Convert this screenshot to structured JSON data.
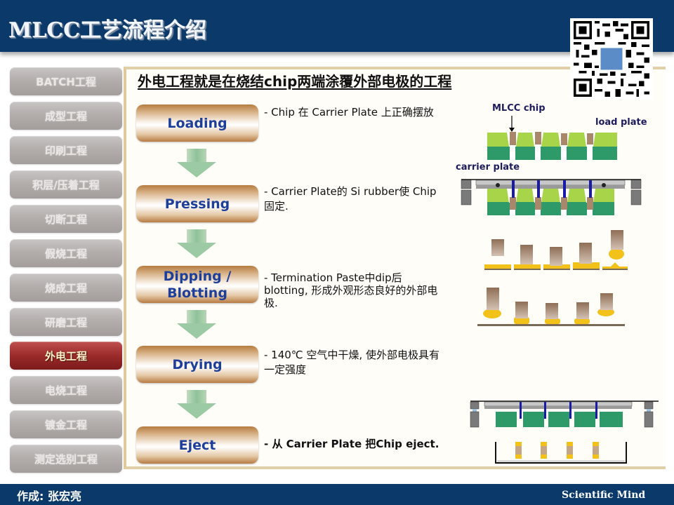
{
  "header": {
    "title": "MLCC工艺流程介绍"
  },
  "sidebar": {
    "items": [
      {
        "label": "BATCH工程",
        "active": false
      },
      {
        "label": "成型工程",
        "active": false
      },
      {
        "label": "印刷工程",
        "active": false
      },
      {
        "label": "积层/压着工程",
        "active": false
      },
      {
        "label": "切断工程",
        "active": false
      },
      {
        "label": "假烧工程",
        "active": false
      },
      {
        "label": "烧成工程",
        "active": false
      },
      {
        "label": "研磨工程",
        "active": false
      },
      {
        "label": "外电工程",
        "active": true
      },
      {
        "label": "电烧工程",
        "active": false
      },
      {
        "label": "镀金工程",
        "active": false
      },
      {
        "label": "测定选别工程",
        "active": false
      }
    ]
  },
  "main": {
    "heading": "外电工程就是在烧结chip两端涂覆外部电极的工程",
    "steps": [
      {
        "label": "Loading",
        "description": "- Chip 在 Carrier Plate 上正确摆放"
      },
      {
        "label": "Pressing",
        "description": "- Carrier Plate的 Si rubber使 Chip固定."
      },
      {
        "label": "Dipping / Blotting",
        "description": "- Termination Paste中dip后 blotting, 形成外观形态良好的外部电极."
      },
      {
        "label": "Drying",
        "description": "- 140℃ 空气中干燥, 使外部电极具有一定强度"
      },
      {
        "label": "Eject",
        "description": "- 从 Carrier Plate 把Chip eject."
      }
    ],
    "diagram_labels": {
      "mlcc_chip": "MLCC chip",
      "load_plate": "load plate",
      "carrier_plate": "carrier plate"
    }
  },
  "colors": {
    "header_bg": "#0b3a6a",
    "active_nav": "#9a2b2a",
    "step_text": "#1d3f9a",
    "plate_light_green": "#a8d44a",
    "plate_dark_green": "#2e9a6a",
    "paste_yellow": "#f2c21a",
    "pin_blue": "#1a1aa8"
  },
  "footer": {
    "author": "作成: 张宏亮",
    "brand": "Scientific Mind"
  }
}
